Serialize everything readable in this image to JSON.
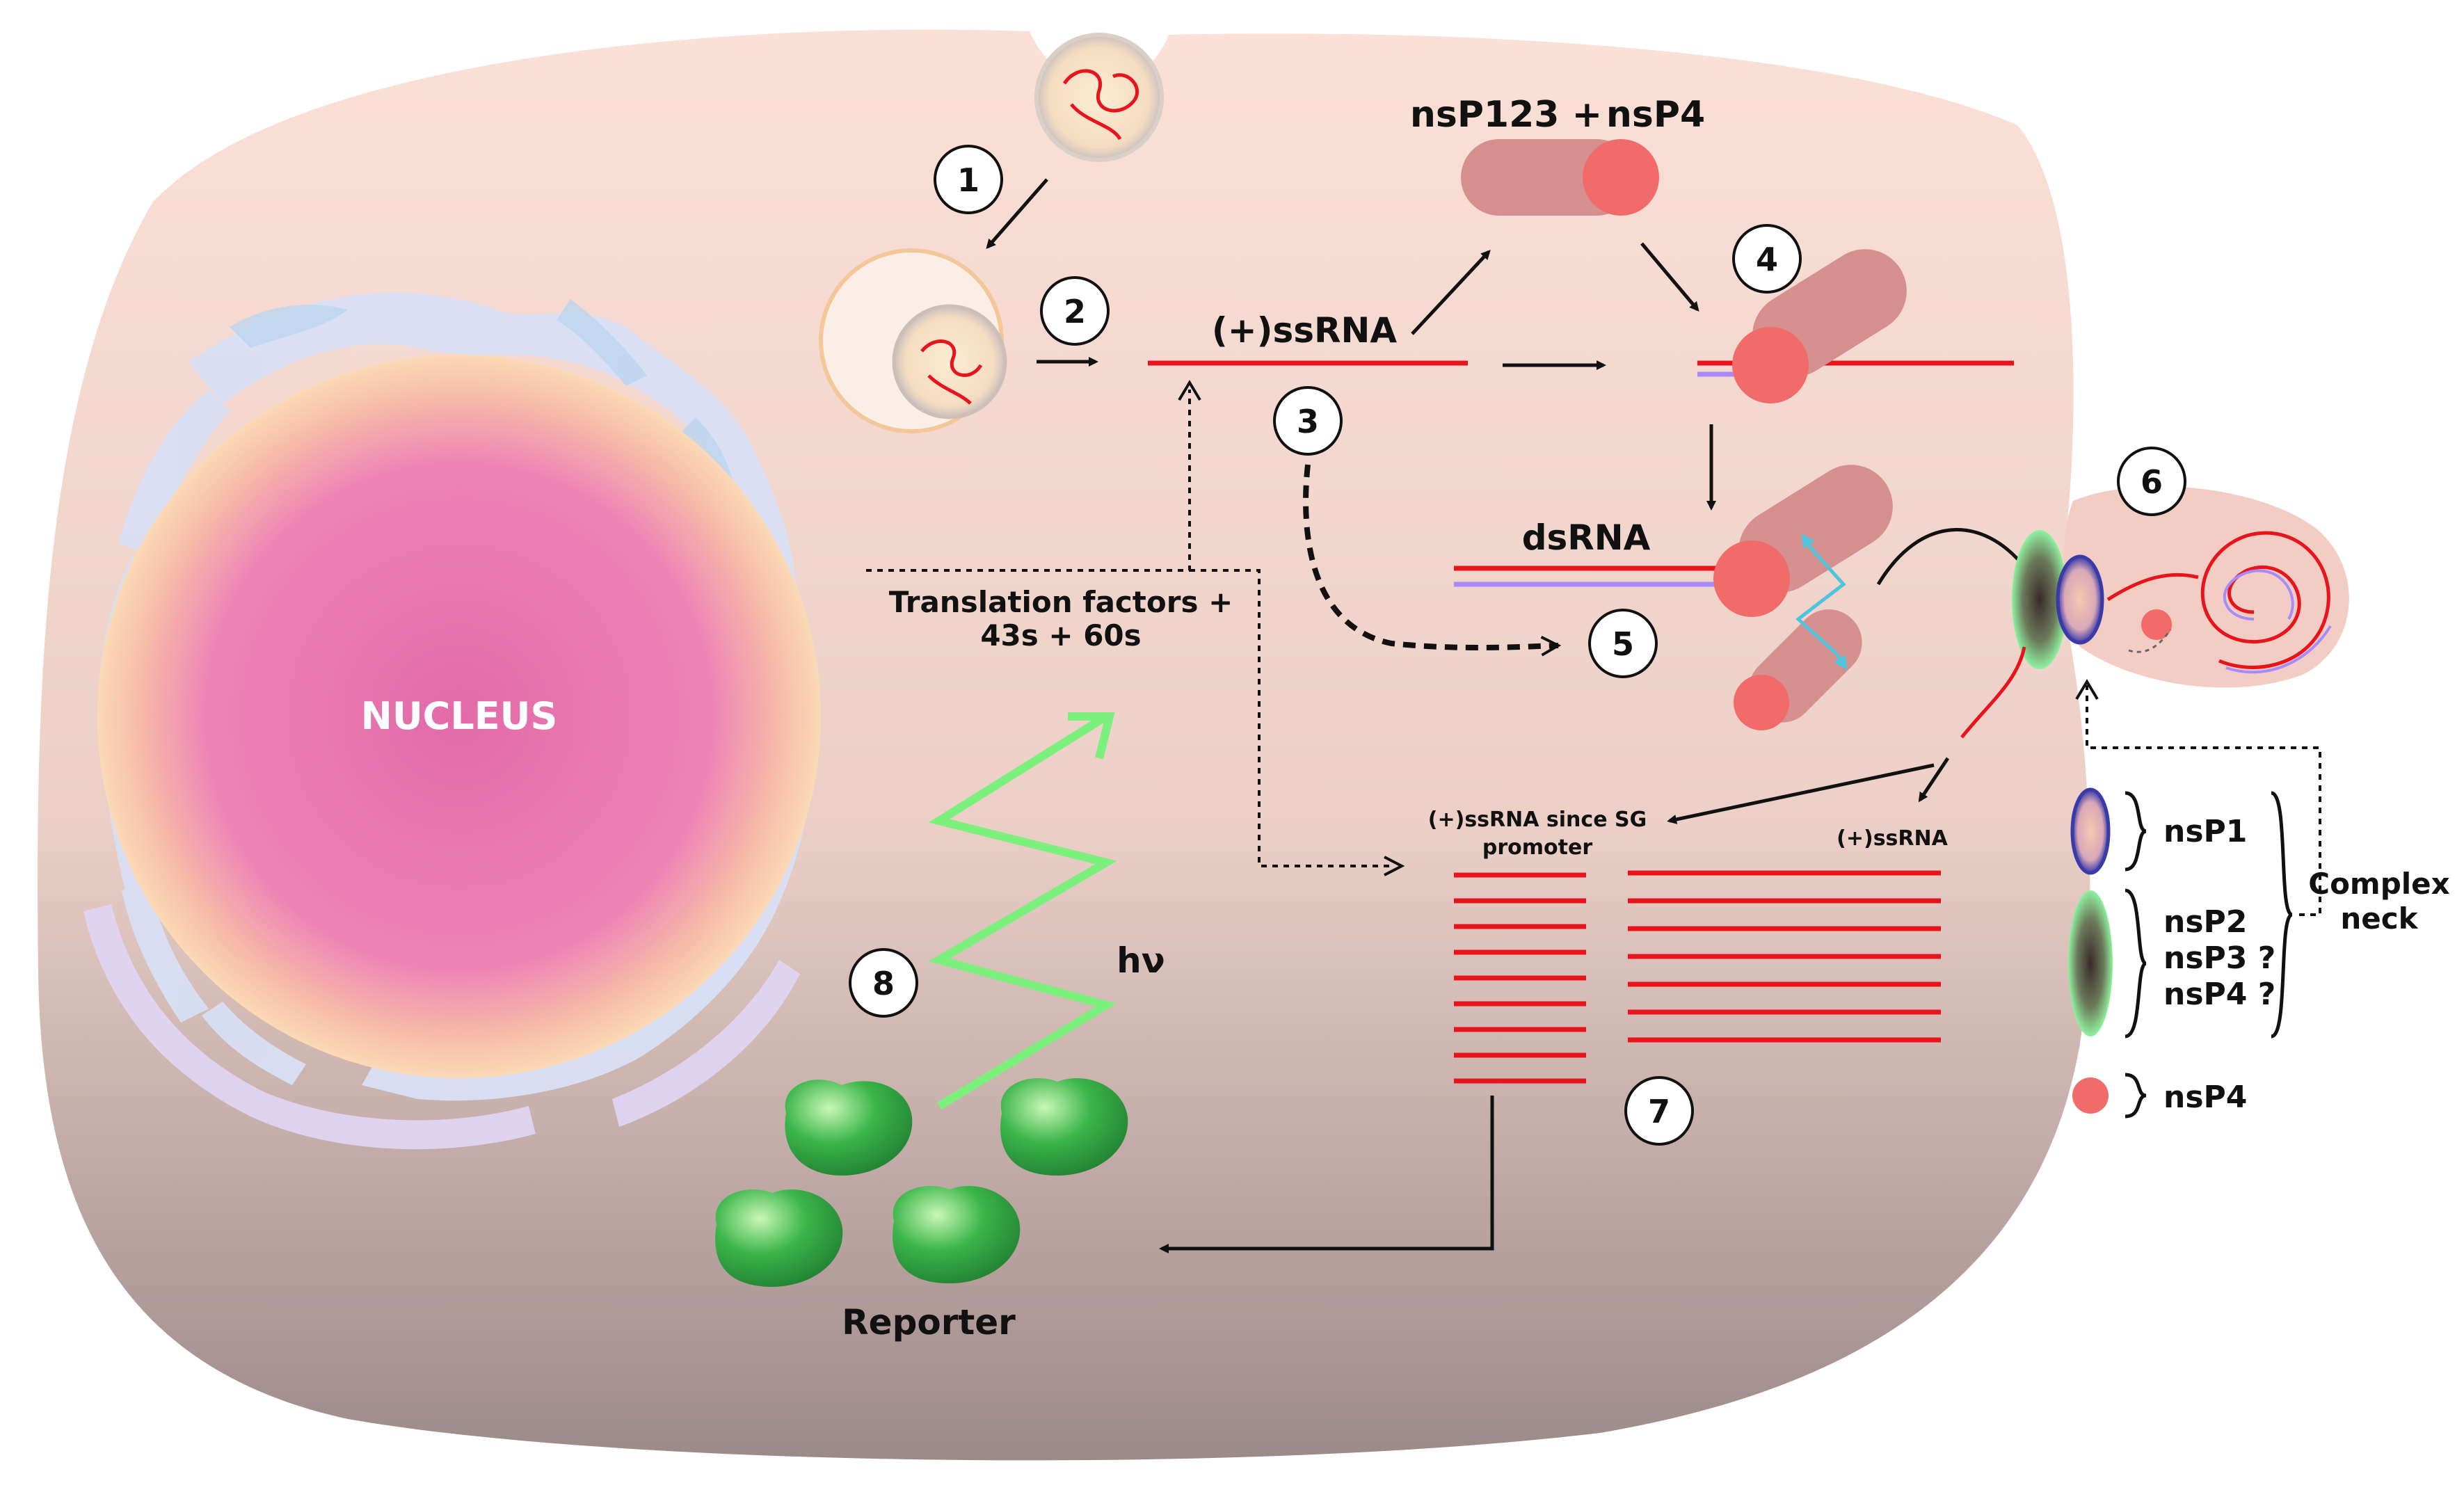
{
  "labels": {
    "nucleus": "NUCLEUS",
    "nsP123": "nsP123 +",
    "nsP4_top": "nsP4",
    "ssRNA_plus": "(+)ssRNA",
    "dsRNA": "dsRNA",
    "translation_line1": "Translation factors +",
    "translation_line2": "43s  + 60s",
    "sg_line1": "(+)ssRNA since SG",
    "sg_line2": "promoter",
    "ssRNA_plus_small": "(+)ssRNA",
    "hv": "hν",
    "reporter": "Reporter"
  },
  "steps": [
    "1",
    "2",
    "3",
    "4",
    "5",
    "6",
    "7",
    "8"
  ],
  "legend": {
    "nsP1": "nsP1",
    "nsP2": "nsP2",
    "nsP3": "nsP3 ?",
    "nsP4q": "nsP4 ?",
    "nsP4": "nsP4",
    "complex_line1": "Complex",
    "complex_line2": "neck"
  },
  "colors": {
    "cell": "#f2d5cc",
    "rna": "#e8141c",
    "negative_strand": "#a78bfa",
    "nsP123": "#d68f8f",
    "nsP4": "#f26b6b",
    "reporter": "#2fa84a",
    "photon": "#7cf07c",
    "nucleus": "#e86bb0",
    "er": "#cfe0f5",
    "arrow_cyan": "#4fc3d9"
  }
}
